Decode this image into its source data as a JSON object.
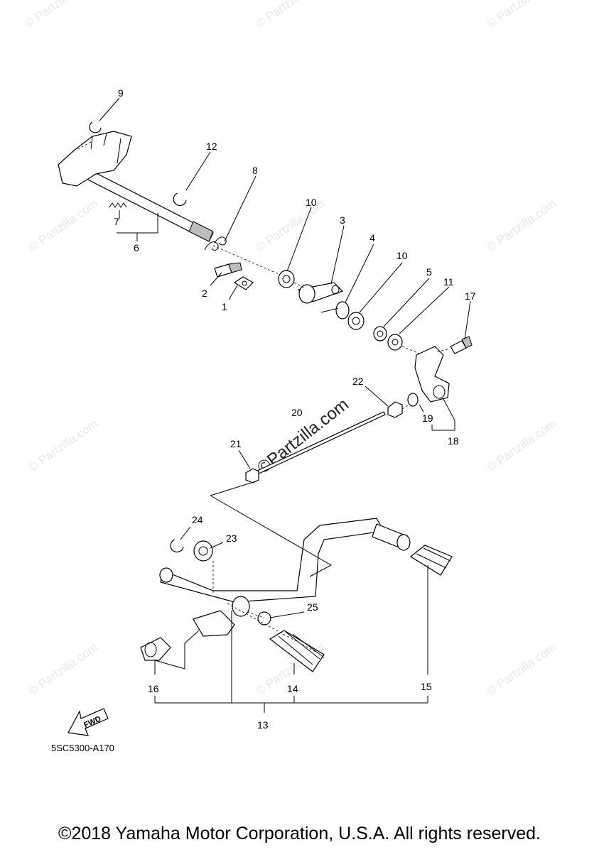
{
  "watermark": {
    "text": "© Partzilla.com",
    "center_text": "©Partzilla.com"
  },
  "diagram_code": "5SC5300-A170",
  "fwd_label": "FWD",
  "copyright": "©2018 Yamaha Motor Corporation, U.S.A. All rights reserved.",
  "callouts": [
    {
      "id": "9",
      "label": "9"
    },
    {
      "id": "12",
      "label": "12"
    },
    {
      "id": "8",
      "label": "8"
    },
    {
      "id": "7",
      "label": "7"
    },
    {
      "id": "6",
      "label": "6"
    },
    {
      "id": "10a",
      "label": "10"
    },
    {
      "id": "3",
      "label": "3"
    },
    {
      "id": "4",
      "label": "4"
    },
    {
      "id": "10b",
      "label": "10"
    },
    {
      "id": "5",
      "label": "5"
    },
    {
      "id": "11",
      "label": "11"
    },
    {
      "id": "17",
      "label": "17"
    },
    {
      "id": "2",
      "label": "2"
    },
    {
      "id": "1",
      "label": "1"
    },
    {
      "id": "22",
      "label": "22"
    },
    {
      "id": "20",
      "label": "20"
    },
    {
      "id": "19",
      "label": "19"
    },
    {
      "id": "18",
      "label": "18"
    },
    {
      "id": "21",
      "label": "21"
    },
    {
      "id": "24",
      "label": "24"
    },
    {
      "id": "23",
      "label": "23"
    },
    {
      "id": "25",
      "label": "25"
    },
    {
      "id": "16",
      "label": "16"
    },
    {
      "id": "14",
      "label": "14"
    },
    {
      "id": "15",
      "label": "15"
    },
    {
      "id": "13",
      "label": "13"
    }
  ]
}
